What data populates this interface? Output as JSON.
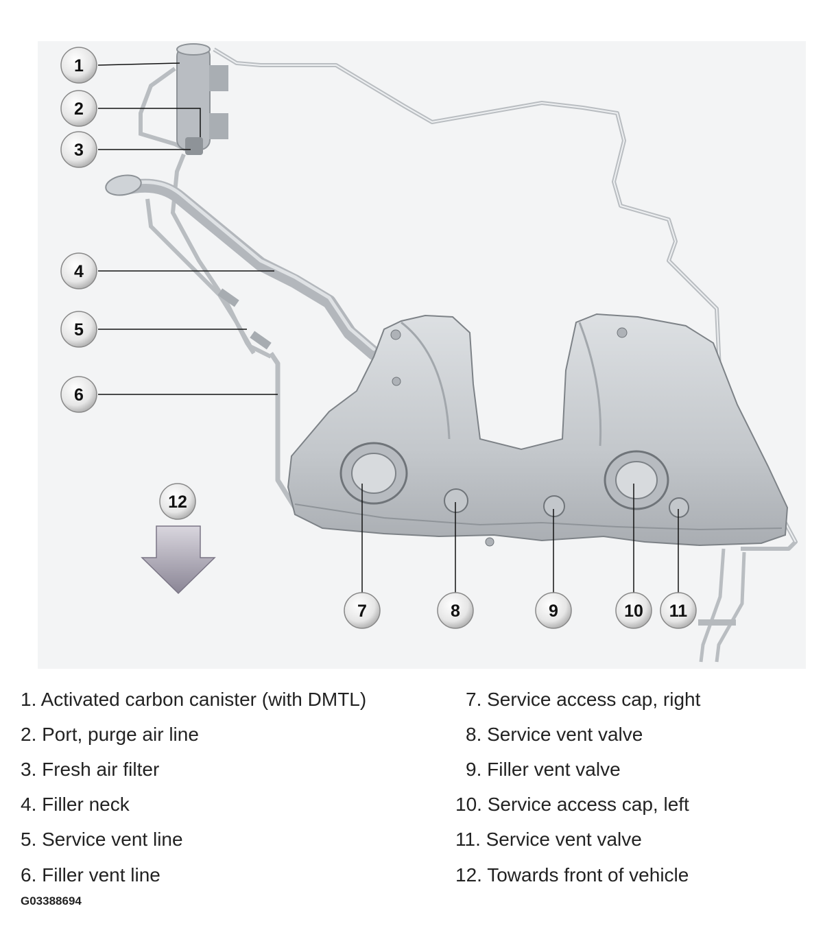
{
  "callouts": [
    "1",
    "2",
    "3",
    "4",
    "5",
    "6",
    "7",
    "8",
    "9",
    "10",
    "11",
    "12"
  ],
  "legend": {
    "left": [
      "1. Activated carbon canister (with DMTL)",
      "2. Port, purge air line",
      "3. Fresh air filter",
      "4. Filler neck",
      "5. Service vent line",
      "6. Filler vent line"
    ],
    "right": [
      "7. Service access cap, right",
      "8. Service vent valve",
      "9. Filler vent valve",
      "10. Service access cap, left",
      "11. Service vent valve",
      "12. Towards front of vehicle"
    ]
  },
  "figure_id": "G03388694",
  "colors": {
    "tank": "#c9cdd1",
    "line": "#8f9499",
    "arrow": "#9a95a3"
  }
}
